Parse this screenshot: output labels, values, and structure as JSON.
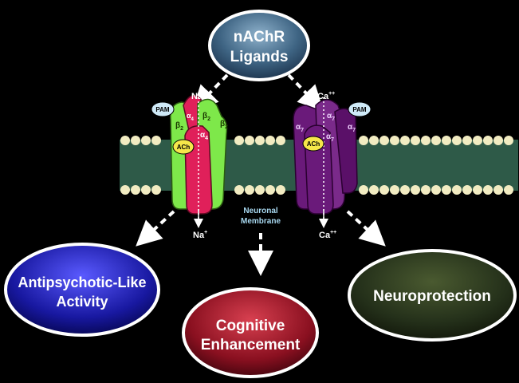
{
  "ligands": {
    "line1": "nAChR",
    "line2": "Ligands"
  },
  "ions": {
    "na_top": "Na",
    "na_bottom": "Na",
    "ca_top": "Ca",
    "ca_bottom": "Ca",
    "na_charge": "+",
    "ca_charge": "++"
  },
  "receptor_left": {
    "pam": "PAM",
    "ach": "ACh",
    "beta": "β",
    "alpha": "α",
    "sub_2": "2",
    "sub_4": "4"
  },
  "receptor_right": {
    "pam": "PAM",
    "ach": "ACh",
    "alpha": "α",
    "sub_7": "7"
  },
  "membrane": {
    "line1": "Neuronal",
    "line2": "Membrane"
  },
  "outcomes": {
    "antipsychotic": {
      "line1": "Antipsychotic-Like",
      "line2": "Activity"
    },
    "cognitive": {
      "line1": "Cognitive",
      "line2": "Enhancement"
    },
    "neuro": {
      "line1": "Neuroprotection"
    }
  },
  "colors": {
    "ligand_fill": "#3a5f80",
    "membrane": "#2e5a48",
    "head": "#f2ecc2",
    "beta": "#7ee84a",
    "alpha4": "#e0205a",
    "alpha7": "#6a1a7a",
    "antipsychotic": "#1a1a9a",
    "cognitive": "#8a1020",
    "neuro": "#24301a"
  }
}
